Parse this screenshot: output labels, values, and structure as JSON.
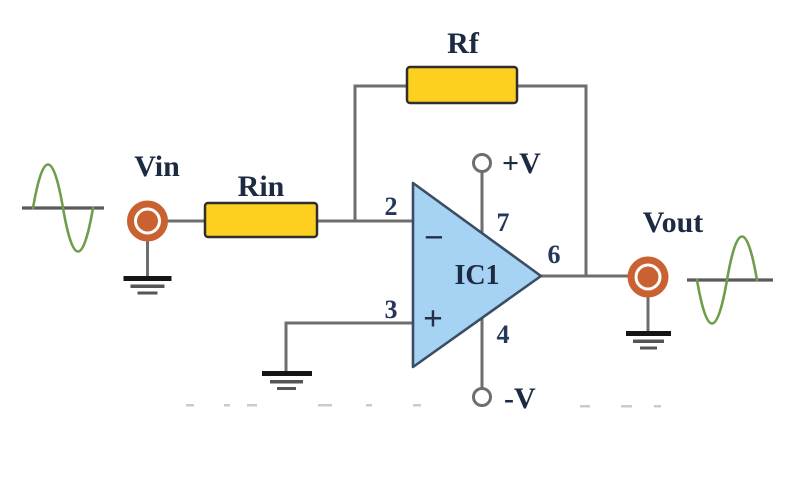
{
  "diagram_type": "inverting-op-amp-circuit",
  "labels": {
    "input_terminal": "Vin",
    "input_resistor": "Rin",
    "feedback_resistor": "Rf",
    "output_terminal": "Vout",
    "opamp_name": "IC1",
    "inverting_sign": "−",
    "noninverting_sign": "+",
    "pin_inverting_input": "2",
    "pin_noninverting_input": "3",
    "pin_positive_supply": "7",
    "pin_negative_supply": "4",
    "pin_output": "6",
    "positive_supply": "+V",
    "negative_supply": "-V"
  },
  "colors": {
    "wire_gray": "#6e6e6e",
    "resistor_fill": "#fdd01f",
    "resistor_stroke": "#2f2f2f",
    "opamp_fill": "#a6d2f3",
    "opamp_stroke": "#3b4d63",
    "terminal_orange": "#c96230",
    "supply_terminal_stroke": "#6e6e6e",
    "sine_green": "#6f9d4c",
    "sine_axis_gray": "#5a5a5a",
    "ground_dark": "#151515",
    "ground_gray": "#555555",
    "label_navy": "#1c2a42",
    "background": "#ffffff"
  }
}
